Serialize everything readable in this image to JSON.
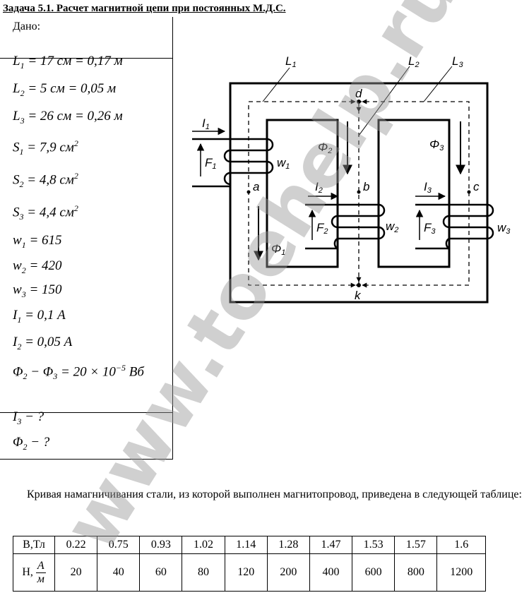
{
  "title": "Задача 5.1. Расчет магнитной цепи при постоянных М.Д.С.",
  "given_label": "Дано:",
  "given": {
    "L1": "L",
    "L1_sub": "1",
    "L1_rest": " = 17  см = 0,17  м",
    "L2": "L",
    "L2_sub": "2",
    "L2_rest": " = 5  см = 0,05  м",
    "L3": "L",
    "L3_sub": "3",
    "L3_rest": " = 26  см = 0,26  м",
    "S1": "S",
    "S1_sub": "1",
    "S1_rest": " = 7,9  см",
    "S1_sup": "2",
    "S2": "S",
    "S2_sub": "2",
    "S2_rest": " = 4,8  см",
    "S2_sup": "2",
    "S3": "S",
    "S3_sub": "3",
    "S3_rest": " = 4,4  см",
    "S3_sup": "2",
    "w1": "w",
    "w1_sub": "1",
    "w1_rest": " = 615",
    "w2": "w",
    "w2_sub": "2",
    "w2_rest": " = 420",
    "w3": "w",
    "w3_sub": "3",
    "w3_rest": " = 150",
    "I1": "I",
    "I1_sub": "1",
    "I1_rest": " = 0,1  А",
    "I2": "I",
    "I2_sub": "2",
    "I2_rest": " = 0,05  А",
    "phi_a": "Φ",
    "phi_a_sub": "2",
    "phi_mid": " − Φ",
    "phi_b_sub": "3",
    "phi_rest": " = 20 × 10",
    "phi_sup": "−5",
    "phi_unit": " Вб"
  },
  "find": {
    "I3": "I",
    "I3_sub": "3",
    "I3_rest": " − ?",
    "F2": "Φ",
    "F2_sub": "2",
    "F2_rest": " − ?"
  },
  "diagram": {
    "L1": "L",
    "L1_sub": "1",
    "L2": "L",
    "L2_sub": "2",
    "L3": "L",
    "L3_sub": "3",
    "d": "d",
    "k": "k",
    "a": "a",
    "b": "b",
    "c": "c",
    "I1": "I",
    "I1_sub": "1",
    "I2": "I",
    "I2_sub": "2",
    "I3": "I",
    "I3_sub": "3",
    "F1": "F",
    "F1_sub": "1",
    "F2": "F",
    "F2_sub": "2",
    "F3": "F",
    "F3_sub": "3",
    "w1": "w",
    "w1_sub": "1",
    "w2": "w",
    "w2_sub": "2",
    "w3": "w",
    "w3_sub": "3",
    "Phi1": "Φ",
    "Phi1_sub": "1",
    "Phi2": "Φ",
    "Phi2_sub": "2",
    "Phi3": "Φ",
    "Phi3_sub": "3"
  },
  "paragraph": "Кривая намагничивания стали, из которой выполнен магнитопровод, приведена в следующей таблице:",
  "table": {
    "b_label": "B,Тл",
    "h_label": "H,",
    "h_unit_num": "А",
    "h_unit_den": "м",
    "B": [
      "0.22",
      "0.75",
      "0.93",
      "1.02",
      "1.14",
      "1.28",
      "1.47",
      "1.53",
      "1.57",
      "1.6"
    ],
    "H": [
      "20",
      "40",
      "60",
      "80",
      "120",
      "200",
      "400",
      "600",
      "800",
      "1200"
    ]
  },
  "watermark": "www.toehelp.ru"
}
